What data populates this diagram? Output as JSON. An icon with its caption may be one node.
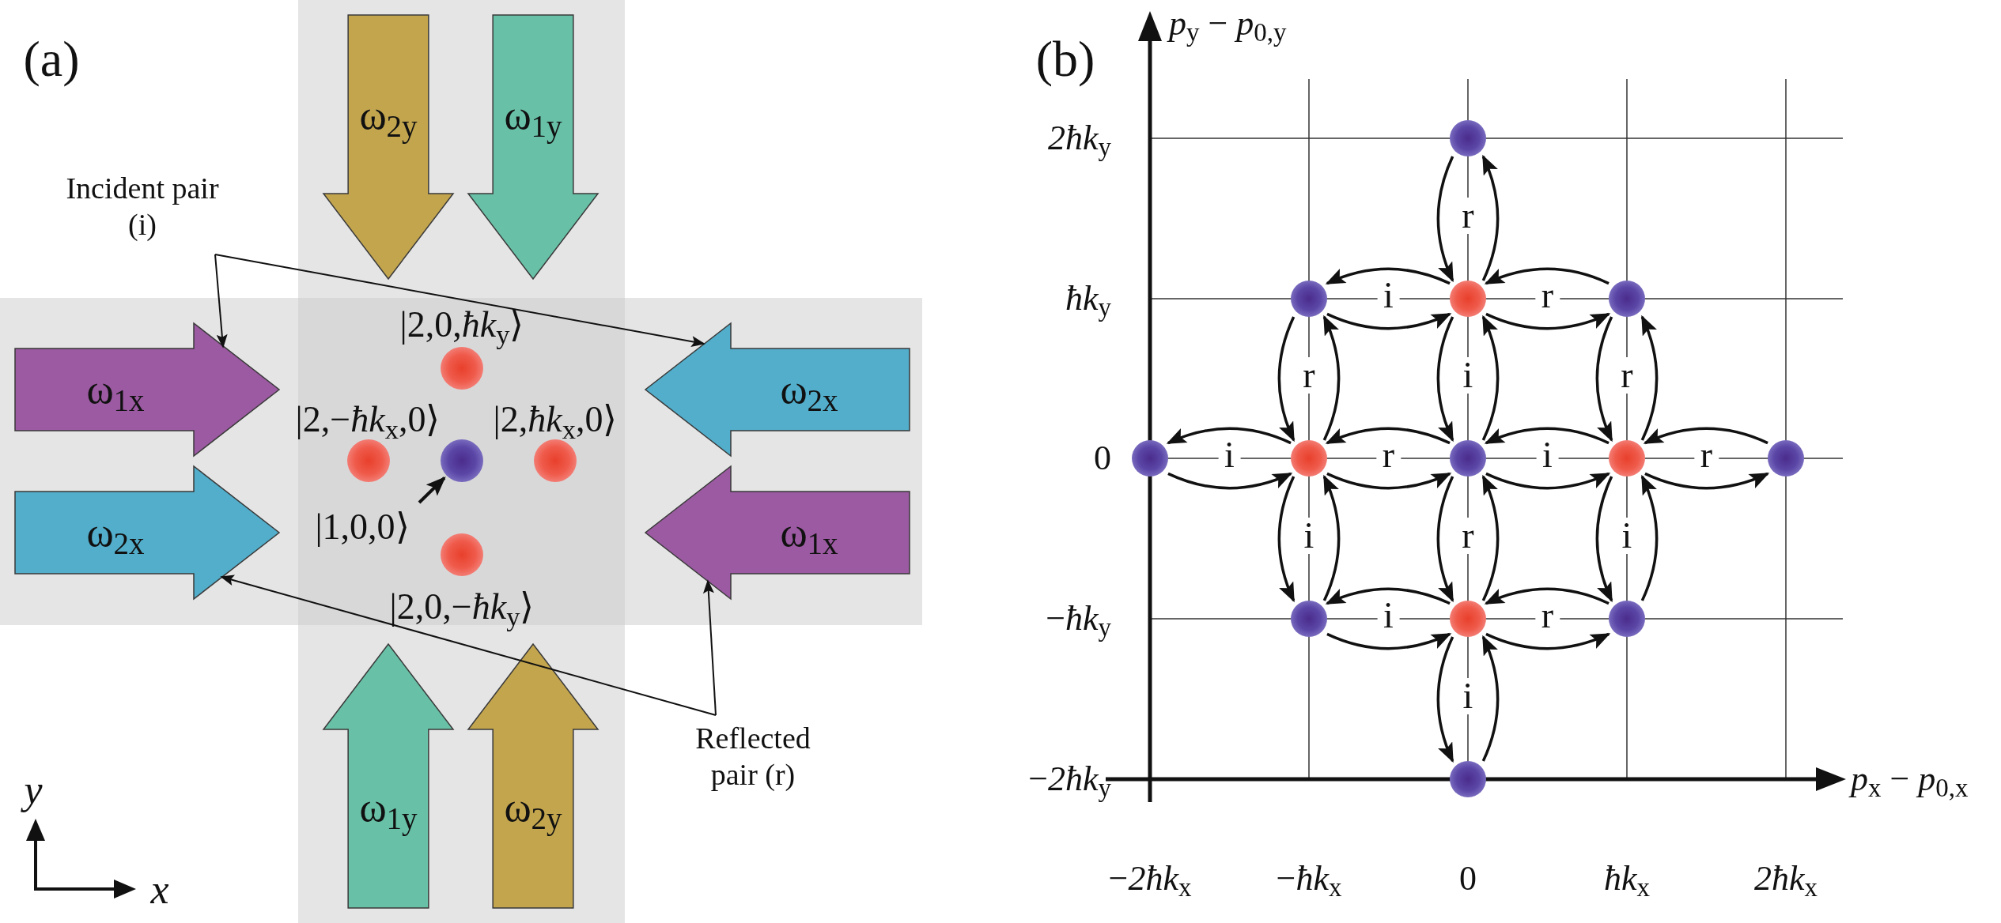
{
  "diagram": {
    "nodes": [
      {
        "text": [
          "ω$_{2y}$"
        ]
      },
      {
        "text": [
          "ω$_{1y}$"
        ]
      },
      {
        "text": [
          "Incident pair (i)"
        ]
      },
      {
        "text": [
          "ω$_{1x}$"
        ]
      },
      {
        "text": [
          "ω$_{2x}$"
        ]
      },
      {
        "text": [],
        "shape": "circle",
        "beside": [
          "|2,0,*ħk*$_{y}$⟩"
        ]
      },
      {
        "text": [],
        "shape": "circle",
        "beside": [
          "|2,−*ħk*$_{x}$,0⟩"
        ]
      },
      {
        "text": [],
        "shape": "circle"
      },
      {
        "text": [],
        "shape": "circle",
        "beside": [
          "|2,*ħk*$_{x}$,0⟩"
        ]
      },
      {
        "text": [
          "ω$_{2x}$"
        ]
      },
      {
        "text": [
          "ω$_{1x}$"
        ]
      },
      {
        "text": [
          "|1,0,0⟩"
        ]
      },
      {
        "text": [],
        "shape": "circle",
        "beside": [
          "|2,0,−*ħk*$_{y}$⟩"
        ]
      },
      {
        "text": [
          "Reflected pair (r)"
        ]
      },
      {
        "text": [
          "ω$_{1y}$"
        ]
      },
      {
        "text": [
          "ω$_{2y}$"
        ]
      },
      {
        "text": [],
        "shape": "circle"
      },
      {
        "text": [],
        "shape": "circle"
      },
      {
        "text": [],
        "shape": "circle"
      },
      {
        "text": [],
        "shape": "circle"
      },
      {
        "text": [],
        "shape": "circle"
      },
      {
        "text": [],
        "shape": "circle"
      },
      {
        "text": [],
        "shape": "circle"
      },
      {
        "text": [],
        "shape": "circle"
      },
      {
        "text": [],
        "shape": "circle"
      },
      {
        "text": [],
        "shape": "circle"
      },
      {
        "text": [],
        "shape": "circle"
      },
      {
        "text": [],
        "shape": "circle"
      },
      {
        "text": [],
        "shape": "circle"
      }
    ],
    "edges": [
      {
        "from": 2,
        "to": 3,
        "arrow": "to"
      },
      {
        "from": 2,
        "to": 4,
        "arrow": "to"
      },
      {
        "from": 11,
        "to": 7,
        "arrow": "to"
      },
      {
        "from": 13,
        "to": 9,
        "arrow": "to"
      },
      {
        "from": 13,
        "to": 10,
        "arrow": "to"
      },
      {
        "from": 16,
        "to": 18,
        "arrow": "to",
        "label": "r"
      },
      {
        "from": 18,
        "to": 16,
        "arrow": "to"
      },
      {
        "from": 17,
        "to": 18,
        "arrow": "to",
        "label": "i"
      },
      {
        "from": 18,
        "to": 17,
        "arrow": "to"
      },
      {
        "from": 18,
        "to": 19,
        "arrow": "to",
        "label": "r"
      },
      {
        "from": 19,
        "to": 18,
        "arrow": "to"
      },
      {
        "from": 17,
        "to": 21,
        "arrow": "to",
        "label": "r"
      },
      {
        "from": 21,
        "to": 17,
        "arrow": "to"
      },
      {
        "from": 18,
        "to": 22,
        "arrow": "to",
        "label": "i"
      },
      {
        "from": 22,
        "to": 18,
        "arrow": "to"
      },
      {
        "from": 19,
        "to": 23,
        "arrow": "to",
        "label": "r"
      },
      {
        "from": 23,
        "to": 19,
        "arrow": "to"
      },
      {
        "from": 20,
        "to": 21,
        "arrow": "to",
        "label": "i"
      },
      {
        "from": 21,
        "to": 20,
        "arrow": "to"
      },
      {
        "from": 21,
        "to": 22,
        "arrow": "to",
        "label": "r"
      },
      {
        "from": 22,
        "to": 21,
        "arrow": "to"
      },
      {
        "from": 22,
        "to": 23,
        "arrow": "to",
        "label": "i"
      },
      {
        "from": 23,
        "to": 22,
        "arrow": "to"
      },
      {
        "from": 23,
        "to": 24,
        "arrow": "to",
        "label": "r"
      },
      {
        "from": 24,
        "to": 23,
        "arrow": "to"
      },
      {
        "from": 21,
        "to": 25,
        "arrow": "to",
        "label": "i"
      },
      {
        "from": 25,
        "to": 21,
        "arrow": "to"
      },
      {
        "from": 22,
        "to": 26,
        "arrow": "to",
        "label": "r"
      },
      {
        "from": 26,
        "to": 22,
        "arrow": "to"
      },
      {
        "from": 23,
        "to": 27,
        "arrow": "to",
        "label": "i"
      },
      {
        "from": 27,
        "to": 23,
        "arrow": "to"
      },
      {
        "from": 25,
        "to": 26,
        "arrow": "to",
        "label": "i"
      },
      {
        "from": 26,
        "to": 25,
        "arrow": "to"
      },
      {
        "from": 26,
        "to": 27,
        "arrow": "to",
        "label": "r"
      },
      {
        "from": 27,
        "to": 26,
        "arrow": "to"
      },
      {
        "from": 26,
        "to": 28,
        "arrow": "to",
        "label": "i"
      },
      {
        "from": 28,
        "to": 26,
        "arrow": "to"
      }
    ],
    "labels": [
      "(a)",
      "y",
      "x",
      "(b)",
      "*p*$_{y}$ − *p*$_{0,y}$",
      "*2ħk*$_{y}$",
      "*ħk*$_{y}$",
      "0",
      "−*ħk*$_{y}$",
      "−*2ħk*$_{y}$",
      "*p*$_{x}$ − *p*$_{0,x}$",
      "−*2ħk*$_{x}$",
      "−*ħk*$_{x}$",
      "0",
      "*ħk*$_{x}$",
      "*2ħk*$_{x}$"
    ]
  }
}
